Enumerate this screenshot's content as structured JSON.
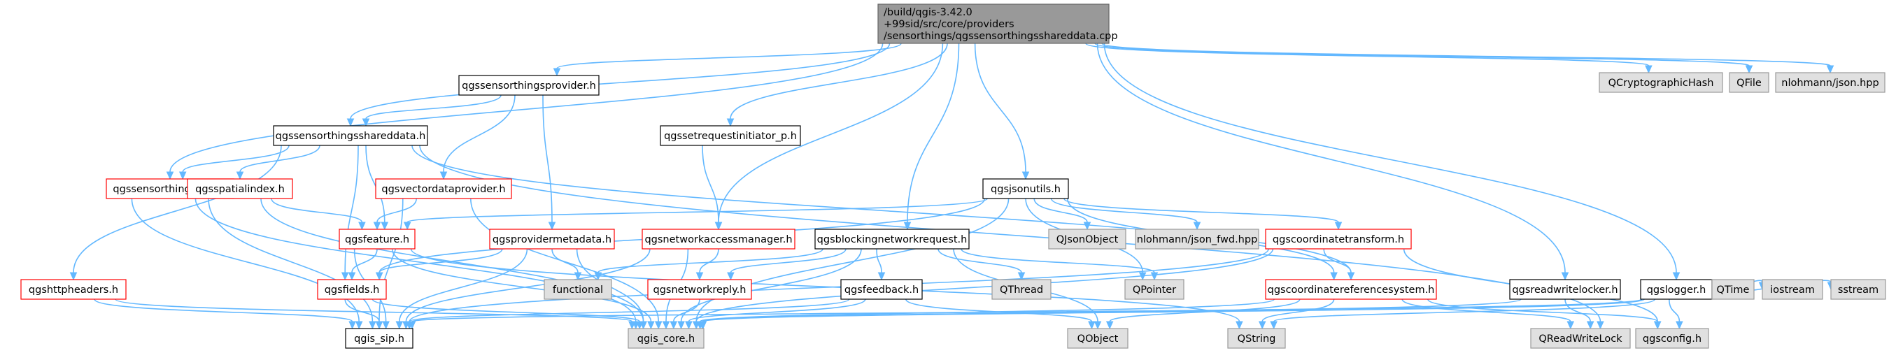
{
  "diagram": {
    "root": {
      "line1": "/build/qgis-3.42.0",
      "line2": "+99sid/src/core/providers",
      "line3": "/sensorthings/qgssensorthingsshareddata.cpp"
    },
    "nodes": {
      "qcryptographichash": "QCryptographicHash",
      "qfile": "QFile",
      "nlohmann_json": "nlohmann/json.hpp",
      "qgssensorthingsprovider": "qgssensorthingsprovider.h",
      "qgssensorthingsshareddata": "qgssensorthingsshareddata.h",
      "qgssetrequestinitiator": "qgssetrequestinitiator_p.h",
      "qgssensorthingsutils": "qgssensorthingsutils.h",
      "qgsspatialindex": "qgsspatialindex.h",
      "qgsvectordataprovider": "qgsvectordataprovider.h",
      "qgsjsonutils": "qgsjsonutils.h",
      "qgsreadwritelocker": "qgsreadwritelocker.h",
      "qgslogger": "qgslogger.h",
      "qgsfeature": "qgsfeature.h",
      "qgsprovidermetadata": "qgsprovidermetadata.h",
      "qgsnetworkaccessmanager": "qgsnetworkaccessmanager.h",
      "qgsblockingnetworkrequest": "qgsblockingnetworkrequest.h",
      "qjsonobject": "QJsonObject",
      "nlohmann_json_fwd": "nlohmann/json_fwd.hpp",
      "qgscoordinatetransform": "qgscoordinatetransform.h",
      "qgshttpheaders": "qgshttpheaders.h",
      "qgsfields": "qgsfields.h",
      "functional": "functional",
      "qgsnetworkreply": "qgsnetworkreply.h",
      "qgsfeedback": "qgsfeedback.h",
      "qthread": "QThread",
      "qpointer": "QPointer",
      "qgscoordinatereferencesystem": "qgscoordinatereferencesystem.h",
      "qgis_sip": "qgis_sip.h",
      "qgis_core": "qgis_core.h",
      "qobject": "QObject",
      "qstring": "QString",
      "qreadwritelock": "QReadWriteLock",
      "qgsconfig": "qgsconfig.h",
      "qtime": "QTime",
      "iostream": "iostream",
      "sstream": "sstream"
    },
    "colors": {
      "edge": "#63b8ff",
      "node_border": "#000000",
      "truncated_border": "#ff0000",
      "external_fill": "#e0e0e0",
      "external_border": "#999999",
      "root_fill": "#999999",
      "root_border": "#666666"
    }
  }
}
